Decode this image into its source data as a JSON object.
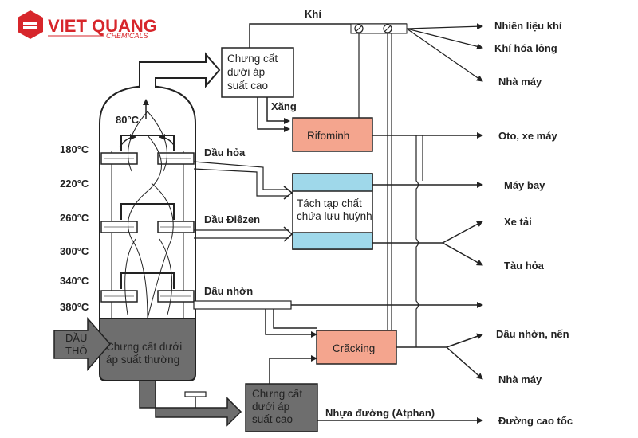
{
  "logo": {
    "name": "VIET QUANG",
    "sub": "CHEMICALS",
    "color": "#d7262b"
  },
  "colors": {
    "rifominh_fill": "#f4a58e",
    "tach_fill": "#9fd8ea",
    "column_bottom": "#6e6e6e",
    "line": "#222222"
  },
  "input": {
    "feed": "DẦU THÔ"
  },
  "column": {
    "top_temp": "80°C",
    "temps": [
      "180°C",
      "220°C",
      "260°C",
      "300°C",
      "340°C",
      "380°C"
    ],
    "bottom_label": "Chưng cất dưới áp suất thường"
  },
  "streams": {
    "khi": "Khí",
    "xang": "Xăng",
    "dau_hoa": "Dầu hỏa",
    "dau_diezen": "Dầu Điêzen",
    "dau_nhon": "Dầu nhờn",
    "nhua_duong": "Nhựa đường (Atphan)"
  },
  "units": {
    "hp_top": "Chưng cất dưới áp suất cao",
    "rifominh": "Rifominh",
    "tach": "Tách tạp chất chứa lưu huỳnh",
    "cracking": "Crăcking",
    "hp_bottom": "Chưng cất dưới áp suất cao"
  },
  "outputs": [
    "Nhiên liệu khí",
    "Khí hóa lỏng",
    "Nhà máy",
    "Oto, xe máy",
    "Máy bay",
    "Xe tải",
    "Tàu hỏa",
    "Dầu nhờn, nến",
    "Nhà máy",
    "Đường cao tốc"
  ]
}
